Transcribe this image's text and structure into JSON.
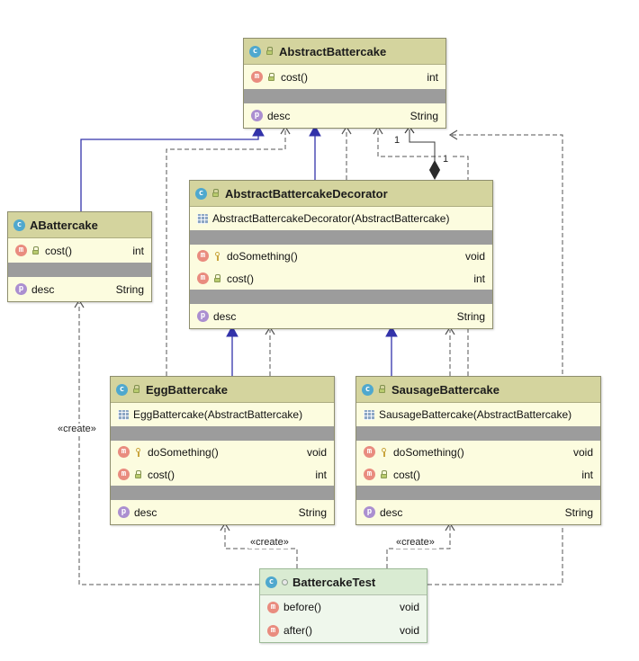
{
  "icons": {
    "class_letter": "c",
    "method_letter": "m",
    "property_letter": "p"
  },
  "colors": {
    "class_header_bg": "#D4D49E",
    "class_body_bg": "#FCFCDF",
    "test_header_bg": "#D9EBD2",
    "test_body_bg": "#EFF7EC",
    "separator_bg": "#9C9C9C",
    "inheritance_edge": "#3333AA",
    "dependency_edge": "#555555"
  },
  "classes": {
    "abstract_battercake": {
      "name": "AbstractBattercake",
      "methods": [
        {
          "name": "cost()",
          "type": "int"
        }
      ],
      "properties": [
        {
          "name": "desc",
          "type": "String"
        }
      ]
    },
    "a_battercake": {
      "name": "ABattercake",
      "methods": [
        {
          "name": "cost()",
          "type": "int"
        }
      ],
      "properties": [
        {
          "name": "desc",
          "type": "String"
        }
      ]
    },
    "decorator": {
      "name": "AbstractBattercakeDecorator",
      "constructor_signature": "AbstractBattercakeDecorator(AbstractBattercake)",
      "methods": [
        {
          "name": "doSomething()",
          "type": "void"
        },
        {
          "name": "cost()",
          "type": "int"
        }
      ],
      "properties": [
        {
          "name": "desc",
          "type": "String"
        }
      ]
    },
    "egg": {
      "name": "EggBattercake",
      "constructor_signature": "EggBattercake(AbstractBattercake)",
      "methods": [
        {
          "name": "doSomething()",
          "type": "void"
        },
        {
          "name": "cost()",
          "type": "int"
        }
      ],
      "properties": [
        {
          "name": "desc",
          "type": "String"
        }
      ]
    },
    "sausage": {
      "name": "SausageBattercake",
      "constructor_signature": "SausageBattercake(AbstractBattercake)",
      "methods": [
        {
          "name": "doSomething()",
          "type": "void"
        },
        {
          "name": "cost()",
          "type": "int"
        }
      ],
      "properties": [
        {
          "name": "desc",
          "type": "String"
        }
      ]
    },
    "test": {
      "name": "BattercakeTest",
      "methods": [
        {
          "name": "before()",
          "type": "void"
        },
        {
          "name": "after()",
          "type": "void"
        }
      ]
    }
  },
  "edge_labels": {
    "create_abattercake": "«create»",
    "create_egg": "«create»",
    "create_sausage": "«create»",
    "multiplicity_target": "1",
    "multiplicity_source": "1"
  }
}
